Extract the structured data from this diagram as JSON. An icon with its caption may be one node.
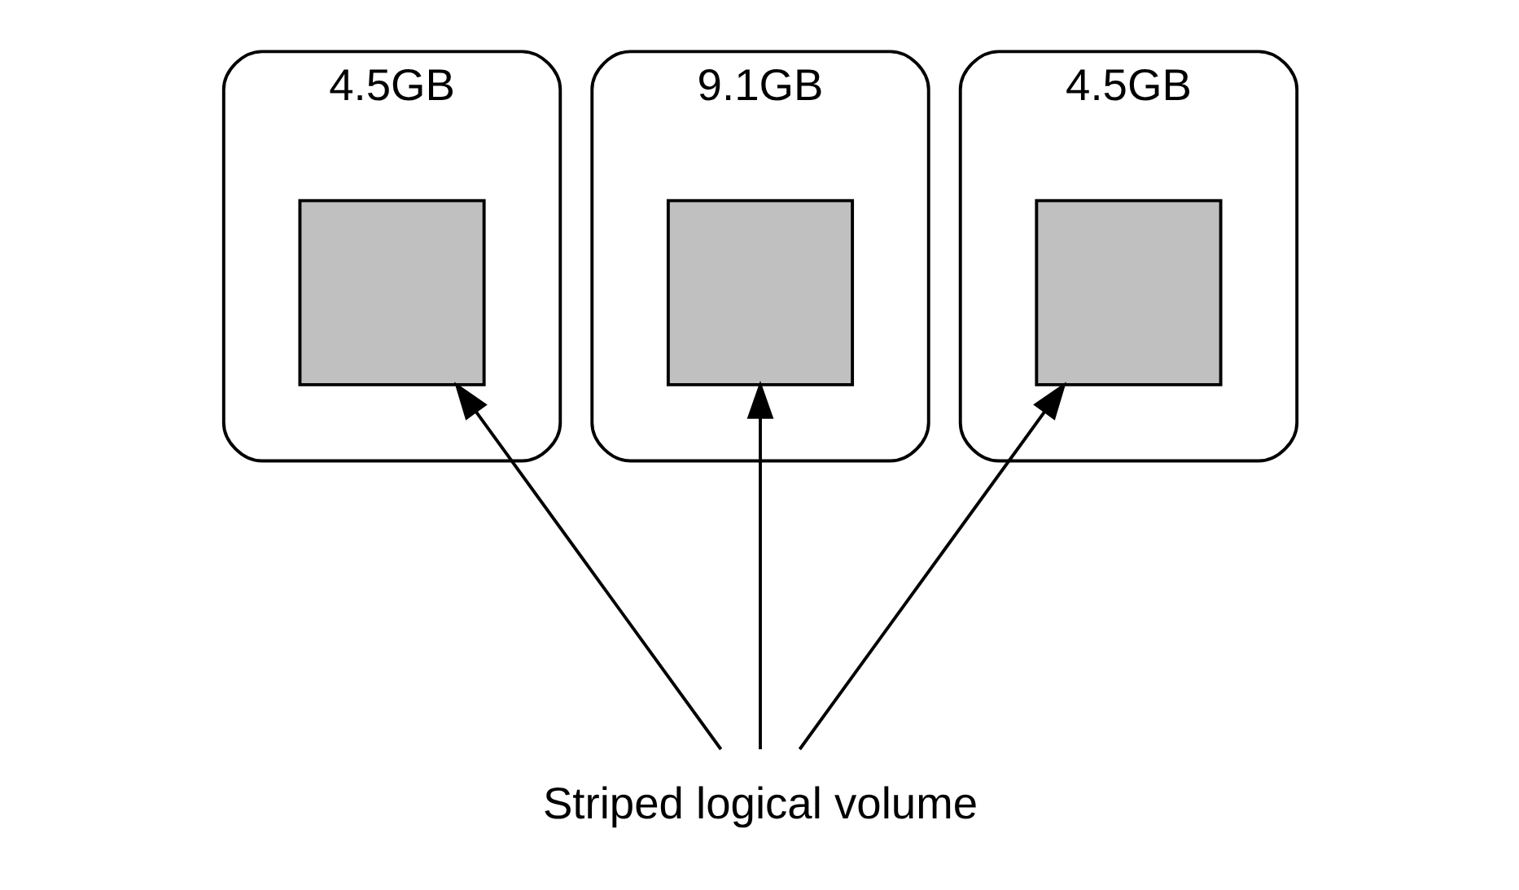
{
  "diagram": {
    "nodes": [
      {
        "text": [],
        "shape": "cylinder",
        "beside": [
          "4.5GB"
        ]
      },
      {
        "text": [],
        "shape": "box",
        "in": 0
      },
      {
        "text": [],
        "shape": "cylinder",
        "beside": [
          "9.1GB"
        ]
      },
      {
        "text": [],
        "shape": "box",
        "in": 2
      },
      {
        "text": [],
        "shape": "cylinder",
        "beside": [
          "4.5GB"
        ]
      },
      {
        "text": [],
        "shape": "box",
        "in": 4
      },
      {
        "text": [
          "Striped logical volume"
        ]
      }
    ],
    "edges": [
      {
        "from": 6,
        "to": 1,
        "arrow": "to"
      },
      {
        "from": 6,
        "to": 3,
        "arrow": "to"
      },
      {
        "from": 6,
        "to": 5,
        "arrow": "to"
      }
    ]
  }
}
